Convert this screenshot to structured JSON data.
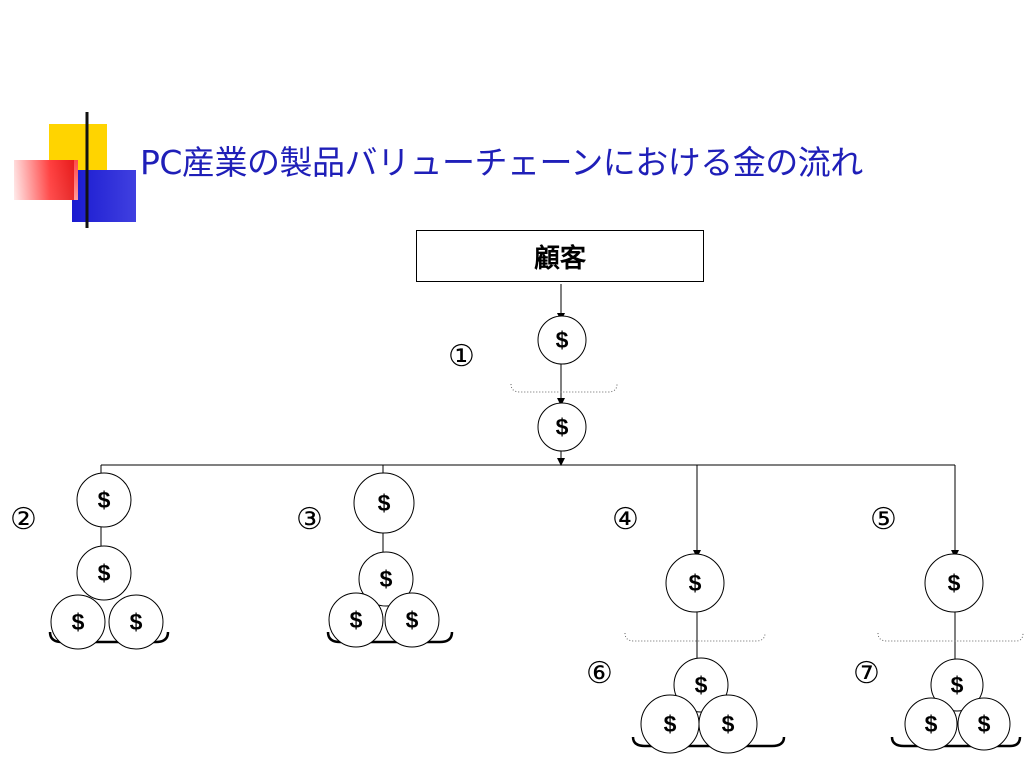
{
  "slide": {
    "title": "PC産業の製品バリューチェーンにおける金の流れ"
  },
  "diagram": {
    "customer_label": "顧客",
    "coin_symbol": "$",
    "steps": [
      "①",
      "②",
      "③",
      "④",
      "⑤",
      "⑥",
      "⑦"
    ]
  },
  "colors": {
    "title": "#1f1fb8",
    "accent_yellow": "#ffd400",
    "accent_red": "#ff3030",
    "accent_blue": "#2020d0"
  }
}
